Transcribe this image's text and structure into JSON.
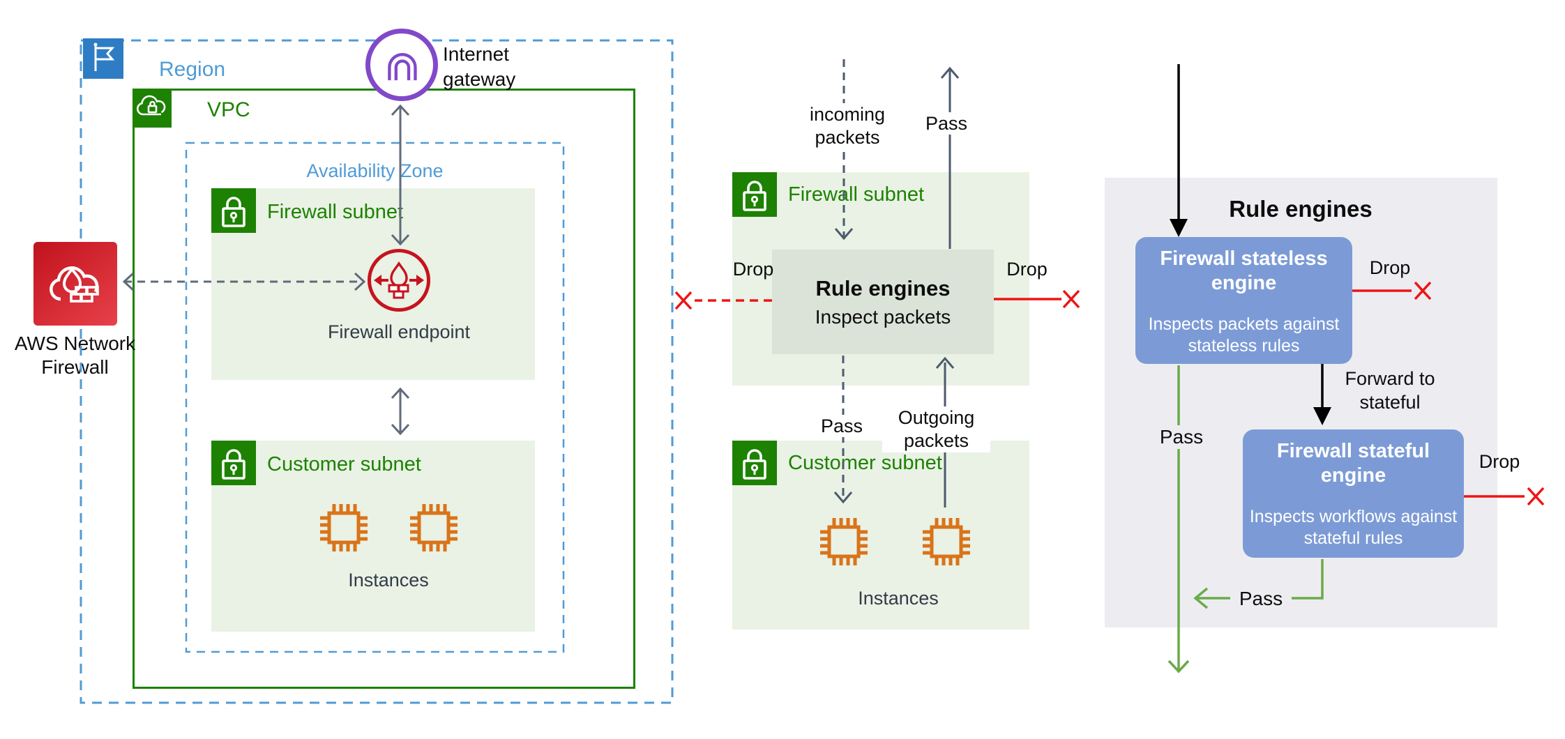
{
  "colors": {
    "region_blue": "#4f9bd6",
    "aws_green": "#1d8102",
    "subnet_bg": "#e9f2e4",
    "rule_box_bg": "#dbe3d8",
    "internet_gateway_purple": "#8149c9",
    "firewall_red": "#c7131f",
    "engine_blue": "#7c9bd6",
    "panel_gray": "#ededf1",
    "pass_green": "#6aaa4b",
    "drop_red": "#ee1414",
    "arrow_gray": "#5f6b7a",
    "chip_orange": "#d9731a"
  },
  "left": {
    "region": "Region",
    "vpc": "VPC",
    "availability_zone": "Availability Zone",
    "firewall_subnet": "Firewall subnet",
    "firewall_endpoint": "Firewall endpoint",
    "customer_subnet": "Customer subnet",
    "instances": "Instances",
    "aws_network_firewall": "AWS Network Firewall",
    "internet_gateway": "Internet gateway"
  },
  "middle": {
    "incoming_packets": "incoming packets",
    "pass_top": "Pass",
    "firewall_subnet": "Firewall subnet",
    "rule_engines_title": "Rule engines",
    "rule_engines_subtitle": "Inspect packets",
    "drop_left": "Drop",
    "drop_right": "Drop",
    "pass_middle": "Pass",
    "outgoing_packets": "Outgoing packets",
    "customer_subnet": "Customer subnet",
    "instances": "Instances"
  },
  "right": {
    "title": "Rule engines",
    "stateless_title": "Firewall stateless engine",
    "stateless_body": "Inspects packets against stateless rules",
    "stateful_title": "Firewall stateful engine",
    "stateful_body": "Inspects workflows against stateful rules",
    "drop_stateless": "Drop",
    "drop_stateful": "Drop",
    "forward_to_stateful": "Forward to stateful",
    "pass_left": "Pass",
    "pass_bottom": "Pass"
  }
}
